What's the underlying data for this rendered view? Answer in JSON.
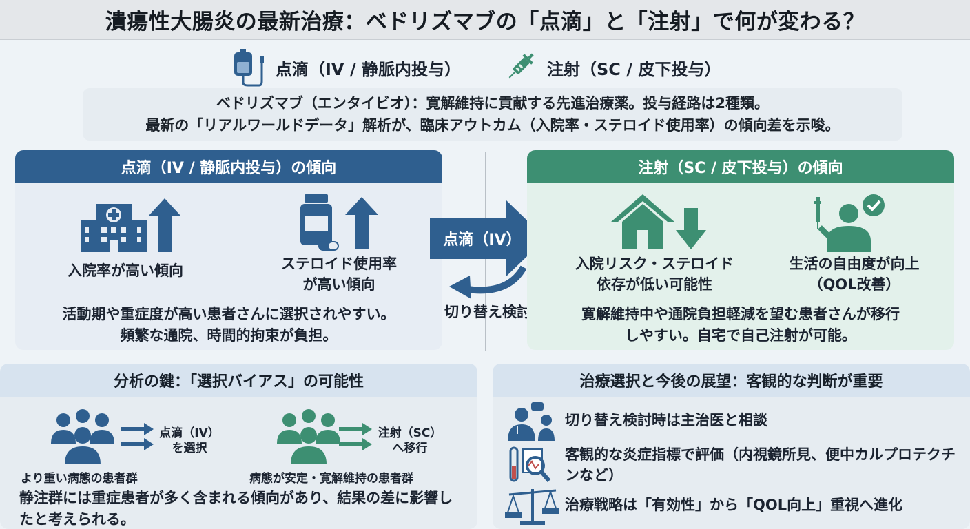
{
  "title": "潰瘍性大腸炎の最新治療：ベドリズマブの「点滴」と「注射」で何が変わる？",
  "routes": {
    "iv": "点滴（IV / 静脈内投与）",
    "sc": "注射（SC / 皮下投与）"
  },
  "intro": {
    "line1": "ベドリズマブ（エンタイビオ）：寛解維持に貢献する先進治療薬。投与経路は2種類。",
    "line2": "最新の「リアルワールドデータ」解析が、臨床アウトカム（入院率・ステロイド使用率）の傾向差を示唆。"
  },
  "iv_panel": {
    "header": "点滴（IV / 静脈内投与）の傾向",
    "item1": "入院率が高い傾向",
    "item2_line1": "ステロイド使用率",
    "item2_line2": "が高い傾向",
    "note_line1": "活動期や重症度が高い患者さんに選択されやすい。",
    "note_line2": "頻繁な通院、時間的拘束が負担。"
  },
  "center": {
    "arrow_label": "点滴（IV）",
    "switch_label": "切り替え検討"
  },
  "sc_panel": {
    "header": "注射（SC / 皮下投与）の傾向",
    "item1_line1": "入院リスク・ステロイド",
    "item1_line2": "依存が低い可能性",
    "item2_line1": "生活の自由度が向上",
    "item2_line2": "（QOL改善）",
    "note_line1": "寛解維持中や通院負担軽減を望む患者さんが移行",
    "note_line2": "しやすい。自宅で自己注射が可能。"
  },
  "bias_panel": {
    "header": "分析の鍵：「選択バイアス」の可能性",
    "iv_choice_line1": "点滴（IV）",
    "iv_choice_line2": "を選択",
    "sc_choice_line1": "注射（SC）",
    "sc_choice_line2": "へ移行",
    "group1": "より重い病態の患者群",
    "group2": "病態が安定・寛解維持の患者群",
    "note": "静注群には重症患者が多く含まれる傾向があり、結果の差に影響したと考えられる。"
  },
  "outlook_panel": {
    "header": "治療選択と今後の展望：客観的な判断が重要",
    "item1": "切り替え検討時は主治医と相談",
    "item2": "客観的な炎症指標で評価（内視鏡所見、便中カルプロテクチンなど）",
    "item3": "治療戦略は「有効性」から「QOL向上」重視へ進化"
  },
  "colors": {
    "iv_blue": "#2f5f8f",
    "sc_green": "#3d8f72"
  },
  "icons": [
    "iv-bag-icon",
    "syringe-icon",
    "hospital-icon",
    "arrow-up-icon",
    "medicine-bottle-icon",
    "big-arrow-right-icon",
    "curved-arrow-back-icon",
    "house-icon",
    "arrow-down-icon",
    "patient-syringe-check-icon",
    "people-group-icon",
    "small-arrows-icon",
    "doctor-chat-icon",
    "test-tube-magnifier-icon",
    "scale-icon"
  ]
}
